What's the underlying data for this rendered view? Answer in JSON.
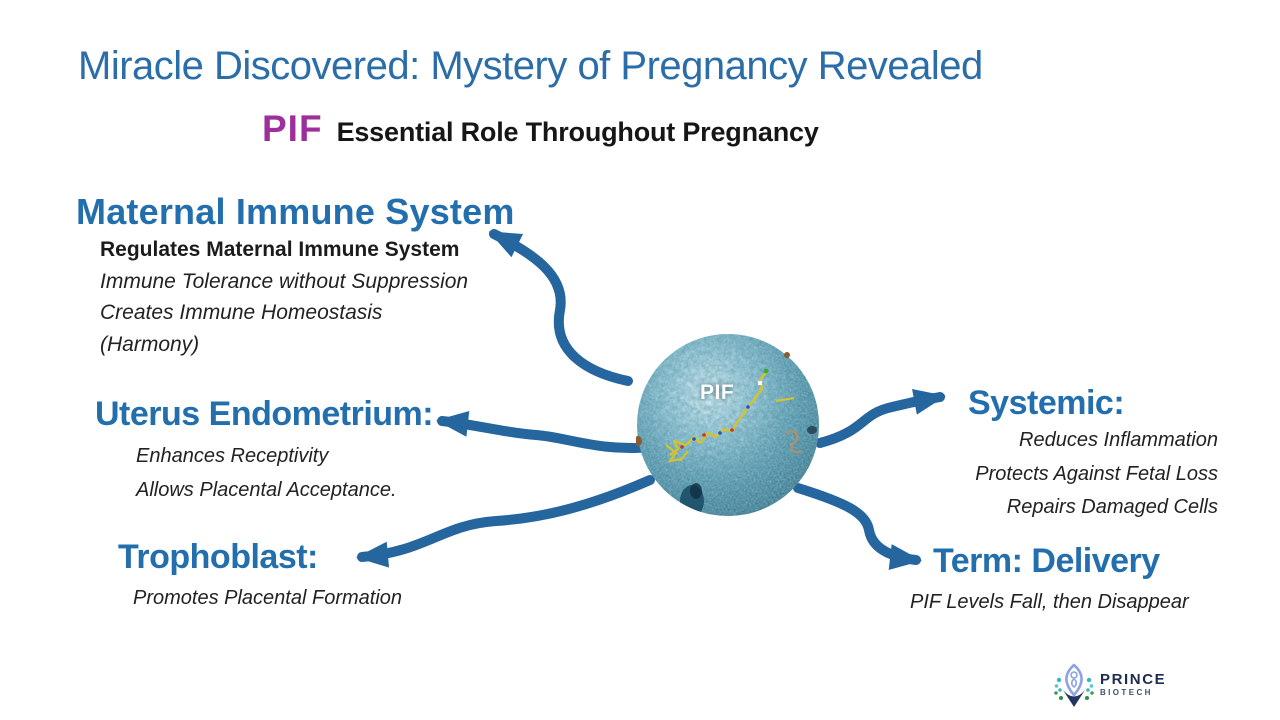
{
  "title": {
    "text": "Miracle Discovered: Mystery of Pregnancy Revealed",
    "color": "#2b6da9"
  },
  "subtitle": {
    "pif": "PIF",
    "rest": "Essential Role Throughout Pregnancy",
    "pif_color": "#9c2f9c"
  },
  "center_cell": {
    "label": "PIF"
  },
  "sections": {
    "maternal": {
      "heading": "Maternal Immune System",
      "line1": "Regulates Maternal Immune System",
      "line2": "Immune Tolerance without Suppression",
      "line3": "Creates Immune Homeostasis",
      "line4": "(Harmony)"
    },
    "uterus": {
      "heading": "Uterus Endometrium:",
      "line1": "Enhances Receptivity",
      "line2": "Allows Placental Acceptance."
    },
    "trophoblast": {
      "heading": "Trophoblast:",
      "line1": "Promotes Placental Formation"
    },
    "systemic": {
      "heading": "Systemic:",
      "line1": "Reduces Inflammation",
      "line2": "Protects Against Fetal Loss",
      "line3": "Repairs Damaged Cells"
    },
    "term": {
      "heading": "Term: Delivery",
      "line1": "PIF Levels Fall, then Disappear"
    }
  },
  "logo": {
    "name": "PRINCE",
    "division": "BIOTECH"
  },
  "colors": {
    "title_blue": "#2b6da9",
    "heading_blue": "#236fad",
    "arrow_blue": "#26669f",
    "pif_purple": "#9c2f9c",
    "cell_blue_light": "#c9e6ee",
    "cell_blue_dark": "#2d6175"
  }
}
